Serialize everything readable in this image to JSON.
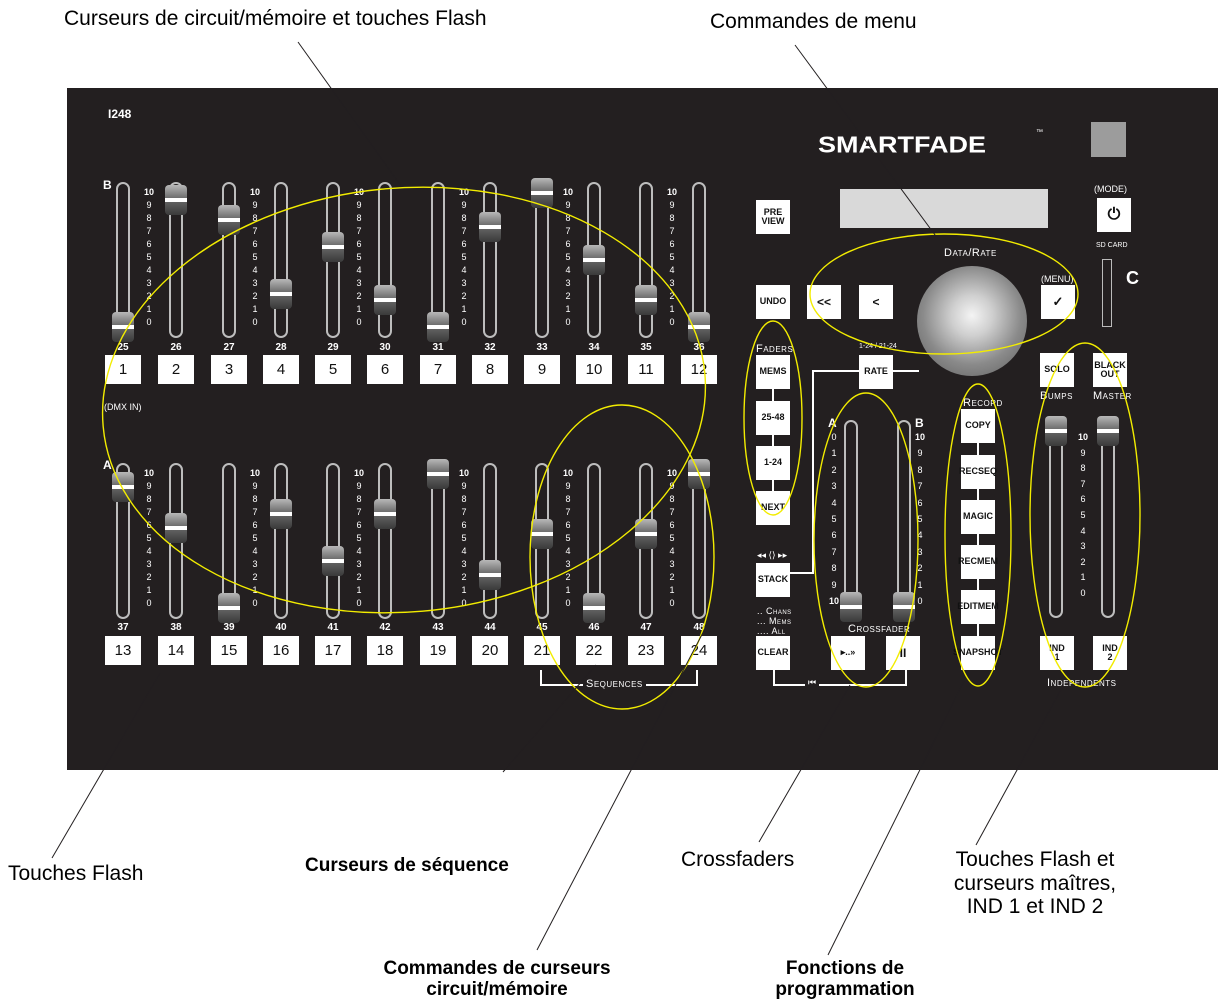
{
  "callouts": {
    "top_left": "Curseurs de circuit/mémoire et touches Flash",
    "top_right": "Commandes de menu",
    "flash_keys": "Touches Flash",
    "sequence_faders": "Curseurs de séquence",
    "fader_controls_l1": "Commandes de curseurs",
    "fader_controls_l2": "circuit/mémoire",
    "crossfaders": "Crossfaders",
    "programming_l1": "Fonctions de",
    "programming_l2": "programmation",
    "masters_l1": "Touches Flash et",
    "masters_l2": "curseurs maîtres,",
    "masters_l3": "IND 1 et IND 2"
  },
  "console": {
    "model": "I248",
    "logo": "SMARTFADE",
    "tm": "™",
    "mode_label": "(MODE)",
    "mode_icon": "power-icon",
    "sd_label": "SD CARD",
    "sd_glyph": "C",
    "data_rate": "Data/Rate",
    "menu_label": "(MENU)",
    "preview": [
      "PRE",
      "VIEW"
    ],
    "undo": "UNDO",
    "back_fast": "<<",
    "back": "<",
    "ok": "✓",
    "faders_label": "Faders",
    "mems": "MEMS",
    "range_25_48": "25-48",
    "range_1_24": "1-24",
    "next": "NEXT",
    "rate": "RATE",
    "rate_tag": "1-24 / 21-24",
    "stack_arrows": "◂◂ ⟨⟩ ▸▸",
    "stack": "STACK",
    "chans": ".. Chans",
    "mems_small": "... Mems",
    "all": ".... All",
    "clear": "CLEAR",
    "dmx_in": "(DMX IN)",
    "bank_a": "A",
    "bank_b": "B",
    "sequences": "Sequences",
    "rewind_icon": "⏮",
    "solo": "SOLO",
    "blackout": [
      "BLACK",
      "OUT"
    ],
    "bumps": "Bumps",
    "master": "Master",
    "record": "Record",
    "record_buttons": [
      [
        "COPY"
      ],
      [
        "REC",
        "SEQ"
      ],
      [
        "MAGIC"
      ],
      [
        "REC",
        "MEM"
      ],
      [
        "EDIT",
        "MEM"
      ],
      [
        "SNAP",
        "SHOT"
      ]
    ],
    "crossfader": "Crossfader",
    "go": "▸..»",
    "pause": "II",
    "ind1": [
      "IND",
      "1"
    ],
    "ind2": [
      "IND",
      "2"
    ],
    "independents": "Independents",
    "top_keys": [
      "1",
      "2",
      "3",
      "4",
      "5",
      "6",
      "7",
      "8",
      "9",
      "10",
      "11",
      "12"
    ],
    "top_labels": [
      "25",
      "26",
      "27",
      "28",
      "29",
      "30",
      "31",
      "32",
      "33",
      "34",
      "35",
      "36"
    ],
    "bottom_keys": [
      "13",
      "14",
      "15",
      "16",
      "17",
      "18",
      "19",
      "20",
      "21",
      "22",
      "23",
      "24"
    ],
    "bottom_labels": [
      "37",
      "38",
      "39",
      "40",
      "41",
      "42",
      "43",
      "44",
      "45",
      "46",
      "47",
      "48"
    ],
    "top_levels": [
      0.0,
      0.95,
      0.8,
      0.25,
      0.6,
      0.2,
      0.0,
      0.75,
      1.0,
      0.5,
      0.2,
      0.0
    ],
    "bottom_levels": [
      0.9,
      0.6,
      0.0,
      0.7,
      0.35,
      0.7,
      1.0,
      0.25,
      0.55,
      0.0,
      0.55,
      1.0
    ],
    "crossfader_levels": [
      0.0,
      0.0
    ],
    "master_levels": [
      1.0,
      1.0
    ],
    "scale_desc": [
      "10",
      "9",
      "8",
      "7",
      "6",
      "5",
      "4",
      "3",
      "2",
      "1",
      "0"
    ],
    "scale_asc": [
      "0",
      "1",
      "2",
      "3",
      "4",
      "5",
      "6",
      "7",
      "8",
      "9",
      "10"
    ]
  }
}
